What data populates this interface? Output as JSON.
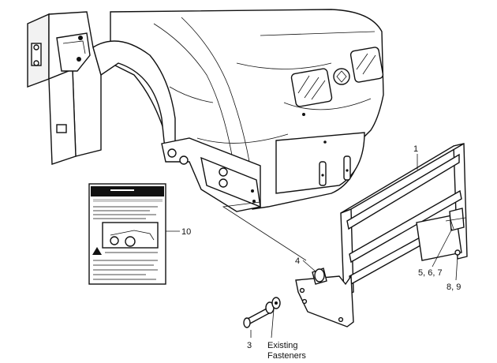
{
  "callouts": {
    "c1": "1",
    "c3": "3",
    "c4": "4",
    "c567": "5, 6, 7",
    "c89": "8, 9",
    "c10": "10",
    "existing_line1": "Existing",
    "existing_line2": "Fasteners"
  },
  "icons": {
    "warning": "warning-triangle-icon",
    "emblem": "new-holland-emblem-icon"
  },
  "colors": {
    "line": "#111111",
    "background": "#ffffff",
    "manual_header": "#111111"
  }
}
